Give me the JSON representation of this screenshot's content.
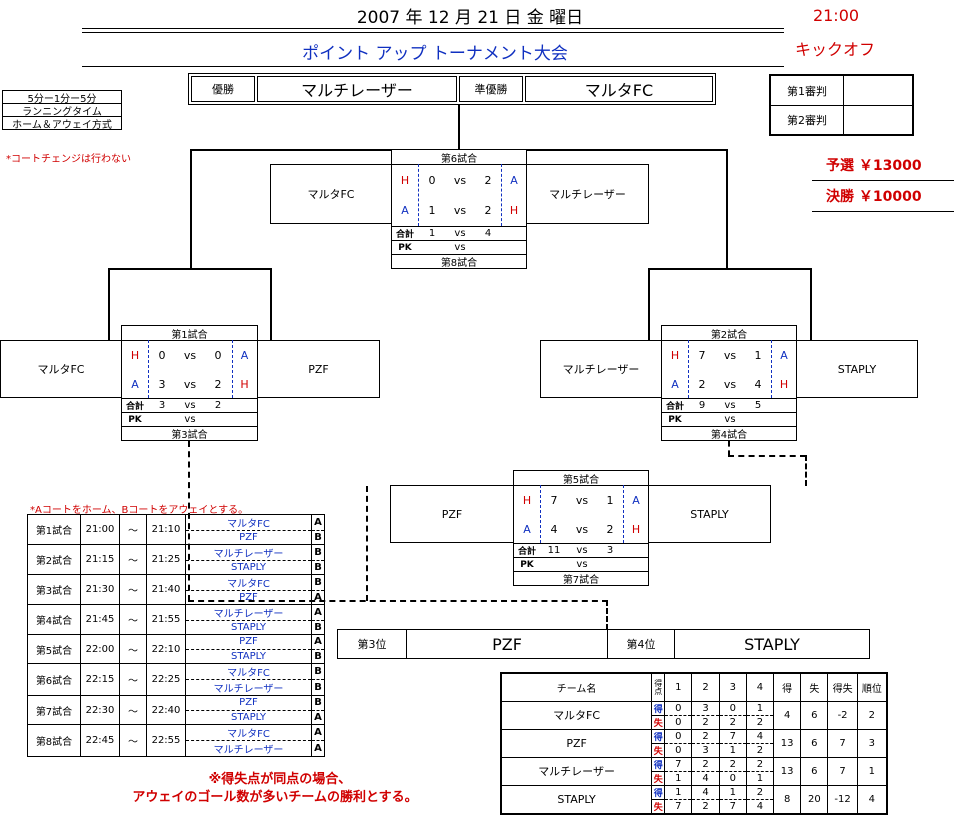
{
  "header": {
    "date_line": "2007 年 12 月 21 日 金 曜日",
    "time": "21:00",
    "kickoff": "キックオフ",
    "title": "ポイント アップ トーナメント大会"
  },
  "result_bar": {
    "champion_label": "優勝",
    "champion": "マルチレーザー",
    "runnerup_label": "準優勝",
    "runnerup": "マルタFC",
    "third_label": "第3位",
    "third": "PZF",
    "fourth_label": "第4位",
    "fourth": "STAPLY"
  },
  "referees": {
    "first": "第1審判",
    "second": "第2審判"
  },
  "rules": {
    "line1": "5分ー1分ー5分",
    "line2": "ランニングタイム",
    "line3": "ホーム＆アウェイ方式",
    "court_note": "*コートチェンジは行わない",
    "ab_note": "*Aコートをホーム、Bコートをアウェイとする。",
    "foot1": "※得失点が同点の場合、",
    "foot2": "アウェイのゴール数が多いチームの勝利とする。"
  },
  "fees": {
    "prelim": "予選 ￥13000",
    "final": "決勝 ￥10000"
  },
  "labels": {
    "vs": "vs",
    "total": "合計",
    "pk": "PK",
    "H": "H",
    "A": "A"
  },
  "matches": {
    "m6": {
      "top": "第6試合",
      "bottom": "第8試合",
      "left": "マルタFC",
      "right": "マルチレーザー",
      "r1": [
        "H",
        "0",
        "2",
        "A"
      ],
      "r2": [
        "A",
        "1",
        "2",
        "H"
      ],
      "total": [
        "1",
        "4"
      ],
      "pk": [
        "",
        ""
      ]
    },
    "m1": {
      "top": "第1試合",
      "bottom": "第3試合",
      "left": "マルタFC",
      "right": "PZF",
      "r1": [
        "H",
        "0",
        "0",
        "A"
      ],
      "r2": [
        "A",
        "3",
        "2",
        "H"
      ],
      "total": [
        "3",
        "2"
      ],
      "pk": [
        "",
        ""
      ]
    },
    "m2": {
      "top": "第2試合",
      "bottom": "第4試合",
      "left": "マルチレーザー",
      "right": "STAPLY",
      "r1": [
        "H",
        "7",
        "1",
        "A"
      ],
      "r2": [
        "A",
        "2",
        "4",
        "H"
      ],
      "total": [
        "9",
        "5"
      ],
      "pk": [
        "",
        ""
      ]
    },
    "m5": {
      "top": "第5試合",
      "bottom": "第7試合",
      "left": "PZF",
      "right": "STAPLY",
      "r1": [
        "H",
        "7",
        "1",
        "A"
      ],
      "r2": [
        "A",
        "4",
        "2",
        "H"
      ],
      "total": [
        "11",
        "3"
      ],
      "pk": [
        "",
        ""
      ]
    }
  },
  "schedule": [
    {
      "name": "第1試合",
      "start": "21:00",
      "tilde": "～",
      "end": "21:10",
      "t1": "マルタFC",
      "c1": "A",
      "t2": "PZF",
      "c2": "B"
    },
    {
      "name": "第2試合",
      "start": "21:15",
      "tilde": "～",
      "end": "21:25",
      "t1": "マルチレーザー",
      "c1": "B",
      "t2": "STAPLY",
      "c2": "B"
    },
    {
      "name": "第3試合",
      "start": "21:30",
      "tilde": "～",
      "end": "21:40",
      "t1": "マルタFC",
      "c1": "B",
      "t2": "PZF",
      "c2": "A"
    },
    {
      "name": "第4試合",
      "start": "21:45",
      "tilde": "～",
      "end": "21:55",
      "t1": "マルチレーザー",
      "c1": "A",
      "t2": "STAPLY",
      "c2": "B"
    },
    {
      "name": "第5試合",
      "start": "22:00",
      "tilde": "～",
      "end": "22:10",
      "t1": "PZF",
      "c1": "A",
      "t2": "STAPLY",
      "c2": "B"
    },
    {
      "name": "第6試合",
      "start": "22:15",
      "tilde": "～",
      "end": "22:25",
      "t1": "マルタFC",
      "c1": "B",
      "t2": "マルチレーザー",
      "c2": "B"
    },
    {
      "name": "第7試合",
      "start": "22:30",
      "tilde": "～",
      "end": "22:40",
      "t1": "PZF",
      "c1": "B",
      "t2": "STAPLY",
      "c2": "A"
    },
    {
      "name": "第8試合",
      "start": "22:45",
      "tilde": "～",
      "end": "22:55",
      "t1": "マルタFC",
      "c1": "A",
      "t2": "マルチレーザー",
      "c2": "A"
    }
  ],
  "standings": {
    "headers": [
      "チーム名",
      "得点",
      "1",
      "2",
      "3",
      "4",
      "得",
      "失",
      "得失",
      "順位"
    ],
    "for_label": "得",
    "against_label": "失",
    "rows": [
      {
        "team": "マルタFC",
        "for": [
          "0",
          "3",
          "0",
          "1"
        ],
        "against": [
          "0",
          "2",
          "2",
          "2"
        ],
        "gf": "4",
        "ga": "6",
        "diff": "-2",
        "rank": "2"
      },
      {
        "team": "PZF",
        "for": [
          "0",
          "2",
          "7",
          "4"
        ],
        "against": [
          "0",
          "3",
          "1",
          "2"
        ],
        "gf": "13",
        "ga": "6",
        "diff": "7",
        "rank": "3"
      },
      {
        "team": "マルチレーザー",
        "for": [
          "7",
          "2",
          "2",
          "2"
        ],
        "against": [
          "1",
          "4",
          "0",
          "1"
        ],
        "gf": "13",
        "ga": "6",
        "diff": "7",
        "rank": "1"
      },
      {
        "team": "STAPLY",
        "for": [
          "1",
          "4",
          "1",
          "2"
        ],
        "against": [
          "7",
          "2",
          "7",
          "4"
        ],
        "gf": "8",
        "ga": "20",
        "diff": "-12",
        "rank": "4"
      }
    ]
  }
}
